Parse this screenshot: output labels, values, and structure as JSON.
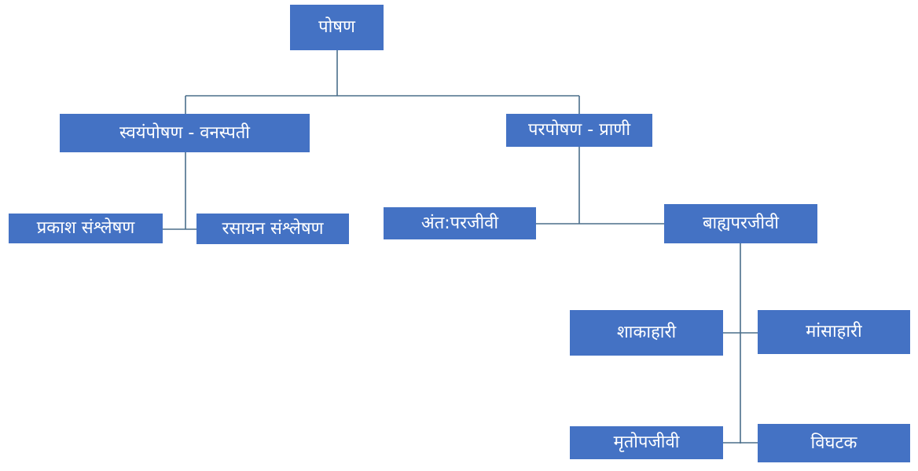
{
  "diagram": {
    "root": {
      "label": "पोषण"
    },
    "autotrophic": {
      "label": "स्वयंपोषण - वनस्पती",
      "children": {
        "photosynthesis": {
          "label": "प्रकाश संश्लेषण"
        },
        "chemosynthesis": {
          "label": "रसायन संश्लेषण"
        }
      }
    },
    "heterotrophic": {
      "label": "परपोषण - प्राणी",
      "children": {
        "endoparasite": {
          "label": "अंत:परजीवी"
        },
        "ectoparasite": {
          "label": "बाह्यपरजीवी",
          "children": {
            "herbivore": {
              "label": "शाकाहारी"
            },
            "carnivore": {
              "label": "मांसाहारी"
            },
            "saprophyte": {
              "label": "मृतोपजीवी"
            },
            "decomposer": {
              "label": "विघटक"
            }
          }
        }
      }
    }
  },
  "colors": {
    "node_fill": "#4472c4",
    "node_text": "#ffffff",
    "connector": "#4a6e8a",
    "background": "#ffffff"
  }
}
